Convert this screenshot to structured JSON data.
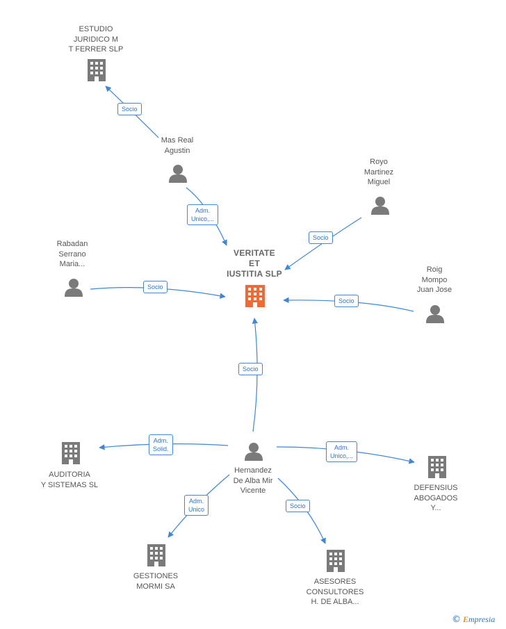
{
  "nodes": {
    "center": {
      "label": "VERITATE\nET\nIUSTITIA  SLP",
      "icon": "building-icon",
      "color": "#f06a35"
    },
    "estudio": {
      "label": "ESTUDIO\nJURIDICO M\nT FERRER SLP",
      "icon": "building-icon"
    },
    "mas_real": {
      "label": "Mas Real\nAgustin",
      "icon": "person-icon"
    },
    "royo": {
      "label": "Royo\nMartinez\nMiguel",
      "icon": "person-icon"
    },
    "rabadan": {
      "label": "Rabadan\nSerrano\nMaria...",
      "icon": "person-icon"
    },
    "roig": {
      "label": "Roig\nMompo\nJuan Jose",
      "icon": "person-icon"
    },
    "hernandez": {
      "label": "Hernandez\nDe Alba Mir\nVicente",
      "icon": "person-icon"
    },
    "auditoria": {
      "label": "AUDITORIA\nY SISTEMAS SL",
      "icon": "building-icon"
    },
    "defensius": {
      "label": "DEFENSIUS\nABOGADOS\nY...",
      "icon": "building-icon"
    },
    "gestiones": {
      "label": "GESTIONES\nMORMI SA",
      "icon": "building-icon"
    },
    "asesores": {
      "label": "ASESORES\nCONSULTORES\nH.  DE ALBA...",
      "icon": "building-icon"
    }
  },
  "edges": {
    "mas_real_estudio": "Socio",
    "mas_real_center": "Adm.\nUnico,...",
    "royo_center": "Socio",
    "rabadan_center": "Socio",
    "roig_center": "Socio",
    "hernandez_center": "Socio",
    "hernandez_auditoria": "Adm.\nSolid.",
    "hernandez_defensius": "Adm.\nUnico,...",
    "hernandez_gestiones": "Adm.\nUnico",
    "hernandez_asesores": "Socio"
  },
  "colors": {
    "edge": "#3d86d8",
    "node": "#7a7a7a",
    "center": "#f06a35"
  },
  "brand": {
    "copyright": "©",
    "initial": "E",
    "rest": "mpresia"
  }
}
